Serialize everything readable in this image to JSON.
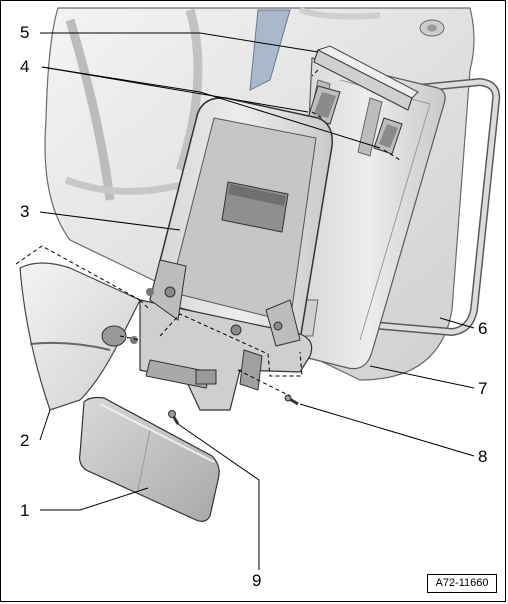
{
  "figure": {
    "reference": "A72-11660",
    "callouts": [
      {
        "id": "callout-1",
        "label": "1"
      },
      {
        "id": "callout-2",
        "label": "2"
      },
      {
        "id": "callout-3",
        "label": "3"
      },
      {
        "id": "callout-4",
        "label": "4"
      },
      {
        "id": "callout-5",
        "label": "5"
      },
      {
        "id": "callout-6",
        "label": "6"
      },
      {
        "id": "callout-7",
        "label": "7"
      },
      {
        "id": "callout-8",
        "label": "8"
      },
      {
        "id": "callout-9",
        "label": "9"
      }
    ]
  },
  "colors": {
    "part_fill": "#e6e6e6",
    "part_light": "#f2f2f2",
    "part_dark": "#b8b8b8",
    "outline": "#5a5a5a",
    "accent_blue": "#aab8cc"
  }
}
